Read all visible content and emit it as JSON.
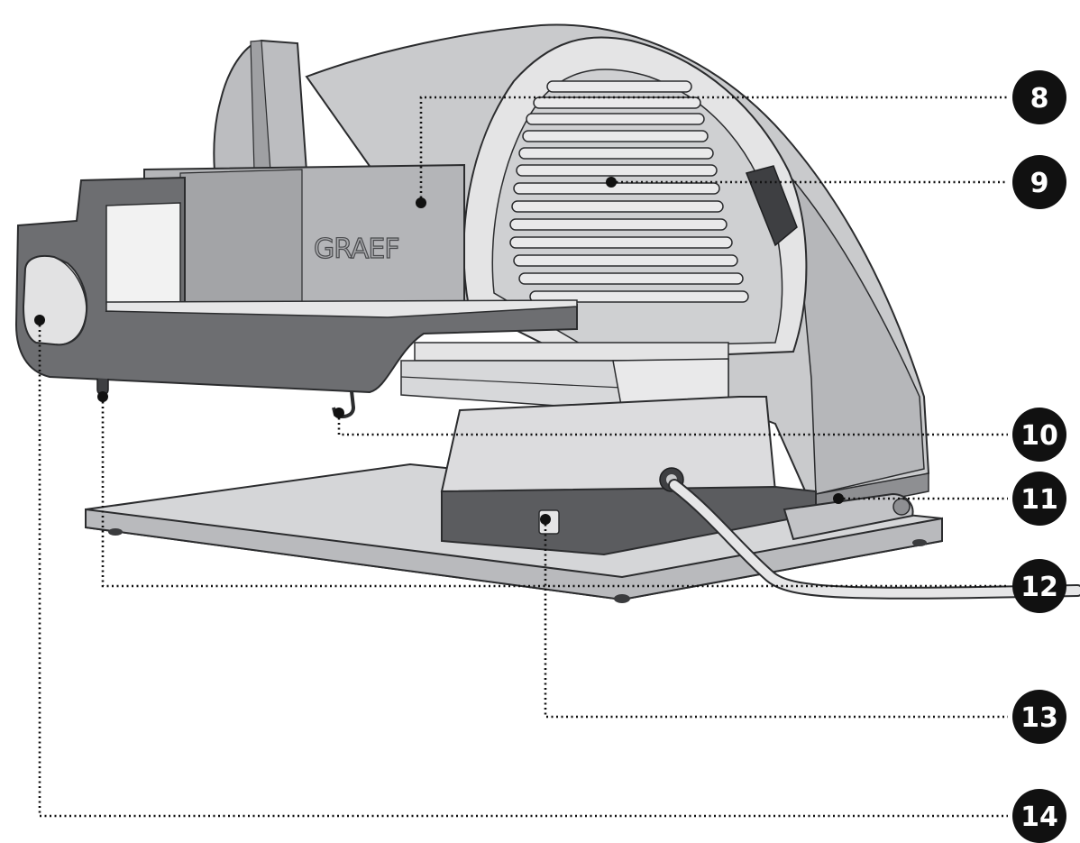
{
  "diagram": {
    "brand": "GRAEF",
    "callouts": [
      {
        "id": "c8",
        "label": "8"
      },
      {
        "id": "c9",
        "label": "9"
      },
      {
        "id": "c10",
        "label": "10"
      },
      {
        "id": "c11",
        "label": "11"
      },
      {
        "id": "c12",
        "label": "12"
      },
      {
        "id": "c13",
        "label": "13"
      },
      {
        "id": "c14",
        "label": "14"
      }
    ],
    "colors": {
      "outline": "#2b2c2e",
      "body_light": "#e8e8e9",
      "body_mid": "#c9cacc",
      "body_dark": "#6d6e71",
      "callout_fill": "#111111",
      "leader": "#111111"
    }
  }
}
